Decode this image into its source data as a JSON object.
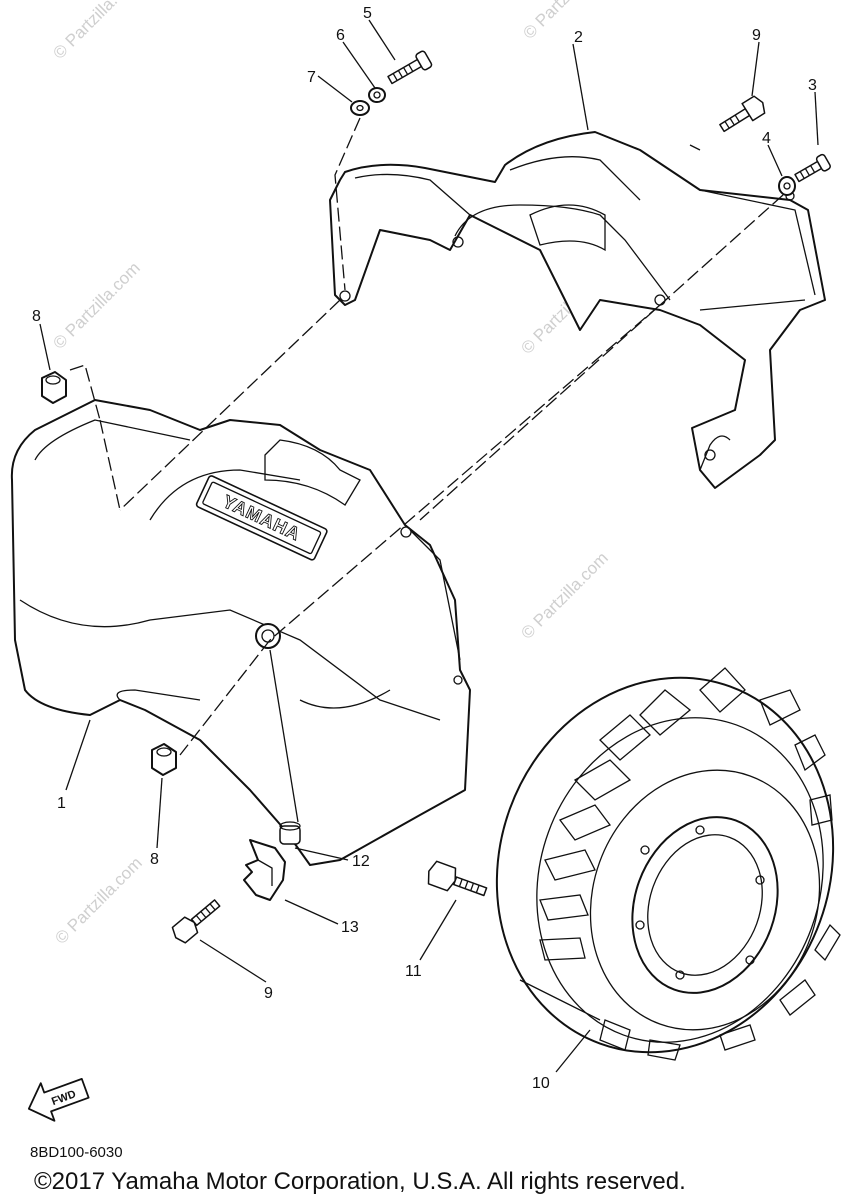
{
  "diagram": {
    "callouts": [
      "1",
      "2",
      "3",
      "4",
      "5",
      "6",
      "7",
      "8",
      "8",
      "9",
      "9",
      "10",
      "11",
      "12",
      "13"
    ],
    "embossed_text": "YAMAHA",
    "fwd_label": "FWD",
    "watermark": "© Partzilla.com",
    "diagram_code": "8BD100-6030",
    "copyright": "©2017  Yamaha Motor Corporation, U.S.A. All rights reserved."
  }
}
